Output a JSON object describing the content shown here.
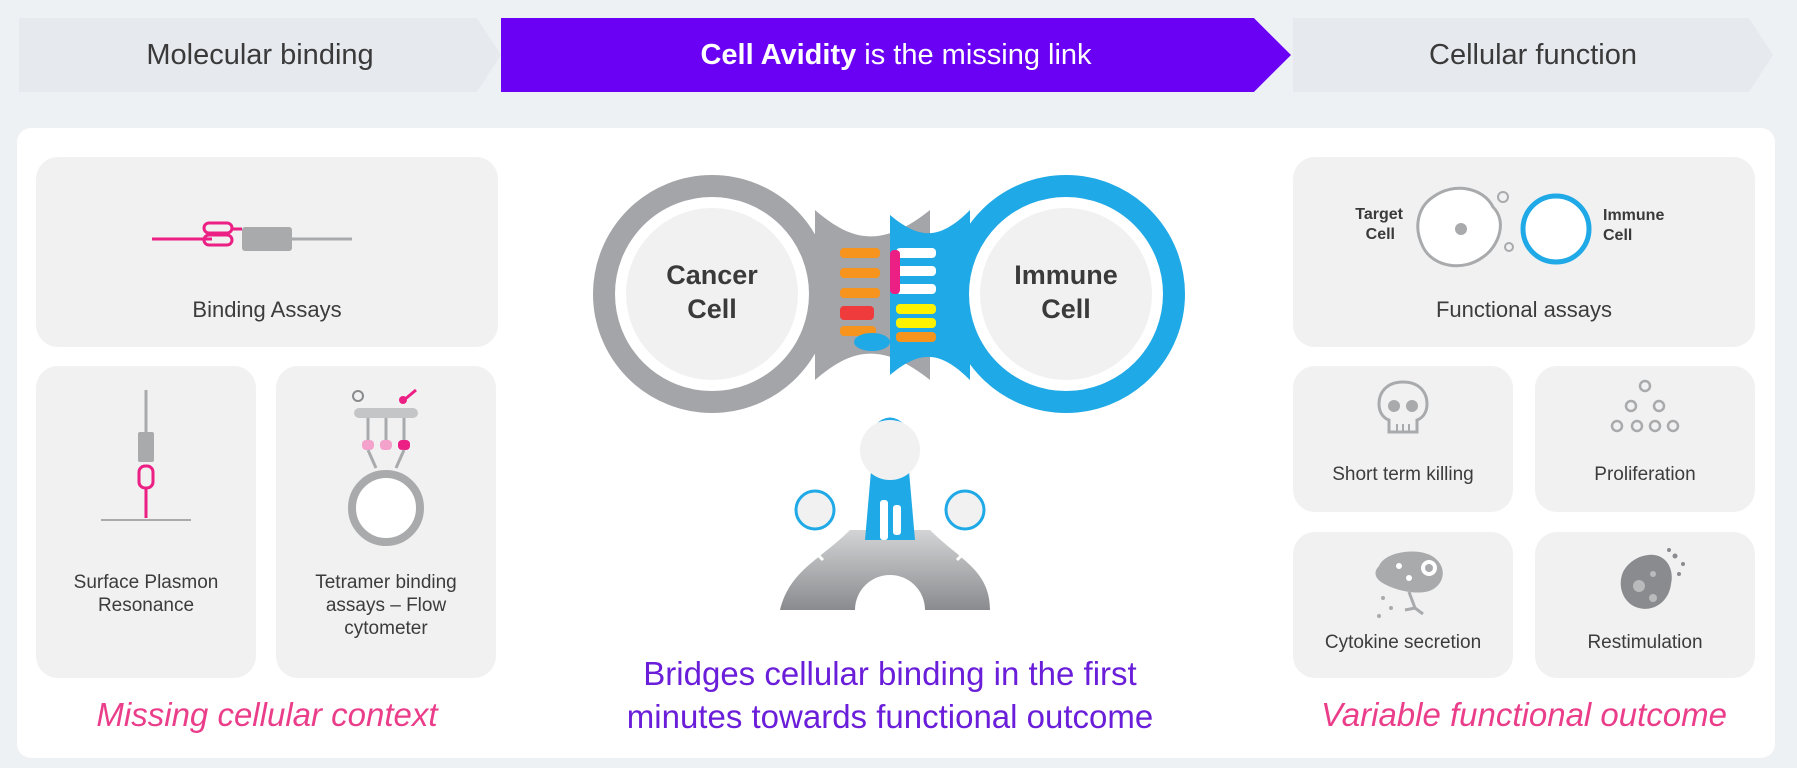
{
  "header": {
    "left": "Molecular binding",
    "mid_bold": "Cell Avidity",
    "mid_rest": " is the missing link",
    "right": "Cellular function"
  },
  "left": {
    "binding_assays": "Binding Assays",
    "spr_line1": "Surface Plasmon",
    "spr_line2": "Resonance",
    "tetramer_line1": "Tetramer binding",
    "tetramer_line2": "assays – Flow",
    "tetramer_line3": "cytometer",
    "caption": "Missing cellular context"
  },
  "center": {
    "cancer_line1": "Cancer",
    "cancer_line2": "Cell",
    "immune_line1": "Immune",
    "immune_line2": "Cell",
    "caption_line1": "Bridges cellular binding in the first",
    "caption_line2": "minutes towards functional outcome"
  },
  "right": {
    "target_line1": "Target",
    "target_line2": "Cell",
    "immune_line1": "Immune",
    "immune_line2": "Cell",
    "functional_assays": "Functional assays",
    "short_term_killing": "Short term killing",
    "proliferation": "Proliferation",
    "cytokine_secretion": "Cytokine secretion",
    "restimulation": "Restimulation",
    "caption": "Variable functional outcome"
  },
  "colors": {
    "accent_purple": "#6a00f4",
    "caption_pink": "#ea3d8a",
    "caption_purple": "#6a1ed9",
    "immune_blue": "#1fa9e6",
    "cancer_gray": "#a4a5a8"
  }
}
